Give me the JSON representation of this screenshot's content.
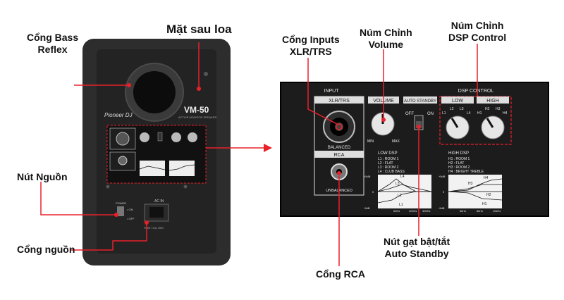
{
  "speaker": {
    "brand": "Pioneer DJ",
    "model": "VM-50",
    "subtitle": "ACTIVE MONITOR SPEAKER",
    "power_label": "POWER",
    "power_on": "• ON",
    "power_off": "• OFF",
    "ac_in": "AC IN",
    "fuse": "FUSE T1.6L 250V"
  },
  "callouts": {
    "bass_reflex": [
      "Cổng Bass",
      "Reflex"
    ],
    "back_panel": "Mặt sau loa",
    "power_switch": "Nút Nguồn",
    "power_port": "Cổng nguồn",
    "inputs": [
      "Cổng Inputs",
      "XLR/TRS"
    ],
    "volume": [
      "Núm Chỉnh",
      "Volume"
    ],
    "dsp": [
      "Núm Chỉnh",
      "DSP Control"
    ],
    "auto_standby": [
      "Nút gạt bật/tắt",
      "Auto Standby"
    ],
    "rca": "Cổng RCA"
  },
  "panel": {
    "input_title": "INPUT",
    "xlr_trs": "XLR/TRS",
    "balanced": "BALANCED",
    "rca": "RCA",
    "unbalanced": "UNBALANCED",
    "volume": "VOLUME",
    "min": "MIN",
    "max": "MAX",
    "auto_standby": "AUTO STANDBY",
    "off": "OFF",
    "on": "ON",
    "dsp_control": "DSP CONTROL",
    "low": "LOW",
    "high": "HIGH",
    "low_knob_labels": [
      "L1",
      "L2",
      "L3",
      "L4"
    ],
    "high_knob_labels": [
      "H1",
      "H2",
      "H3",
      "H4"
    ],
    "low_dsp_title": "LOW DSP",
    "low_dsp_items": [
      "L1 : ROOM 1",
      "L2 : FLAT",
      "L3 : ROOM 2",
      "L4 : CLUB BASS"
    ],
    "high_dsp_title": "HIGH DSP",
    "high_dsp_items": [
      "H1 : ROOM 1",
      "H2 : FLAT",
      "H3 : ROOM 2",
      "H4 : BRIGHT TREBLE"
    ],
    "graph_low": {
      "y_top": "+5dB",
      "y_mid": "0",
      "y_bot": "-5dB",
      "x": [
        "50Hz",
        "200Hz",
        "400Hz"
      ],
      "curves": [
        "L4",
        "L3",
        "L2",
        "L1"
      ]
    },
    "graph_high": {
      "y_top": "+5dB",
      "y_mid": "0",
      "y_bot": "-5dB",
      "x": [
        "5kHz",
        "8kHz",
        "10kHz"
      ],
      "curves": [
        "H4",
        "H3",
        "H2",
        "H1"
      ]
    }
  },
  "colors": {
    "accent": "#e8202a",
    "panel": "#1c1c1c",
    "body": "#2a2a2a"
  }
}
